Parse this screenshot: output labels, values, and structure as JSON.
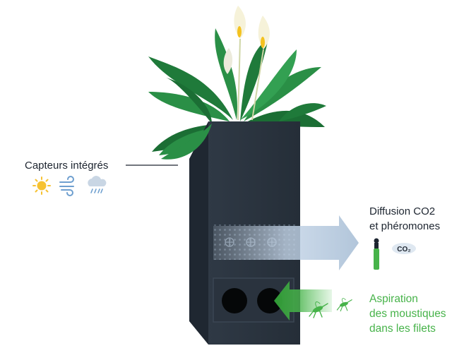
{
  "labels": {
    "sensors": "Capteurs intégrés",
    "diffusion": "Diffusion CO2\net phéromones",
    "aspiration": "Aspiration\ndes moustiques\ndans les filets",
    "co2_badge": "CO₂"
  },
  "icons": {
    "sensors": [
      "sun-icon",
      "wind-icon",
      "rain-cloud-icon"
    ],
    "dispenser": "co2-cartridge-icon",
    "insects": "mosquito-icon"
  },
  "colors": {
    "box": "#2b3440",
    "box_dark": "#1f2731",
    "accent_green": "#47b34a",
    "leaf": "#1f7a3a",
    "flower": "#f6f2d9",
    "arrow_blue": "#b8c9dc",
    "text": "#1d2530"
  }
}
